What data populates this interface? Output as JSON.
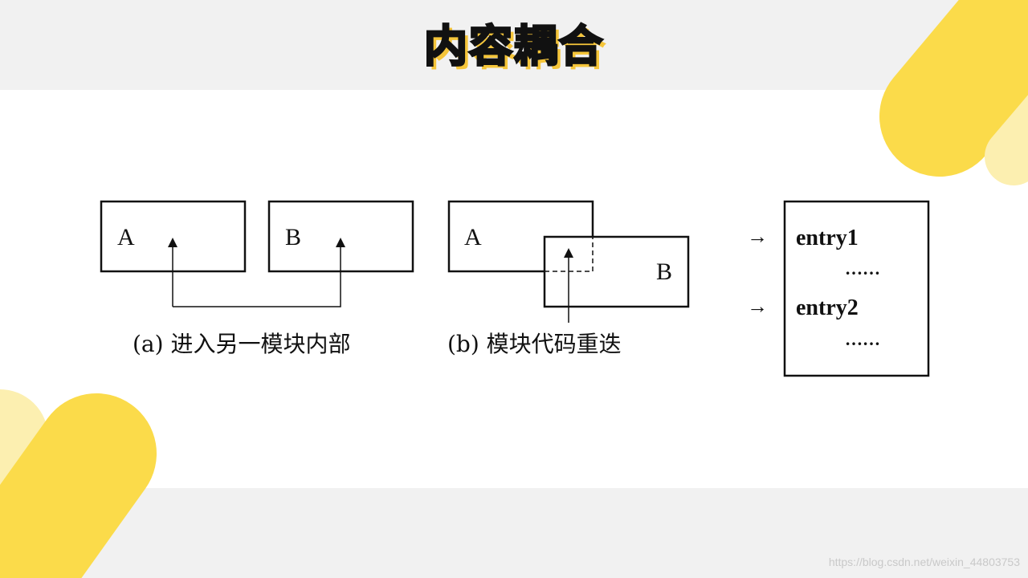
{
  "slide": {
    "title": "内容耦合",
    "watermark": "https://blog.csdn.net/weixin_44803753"
  },
  "diagram_a": {
    "box_a_label": "A",
    "box_b_label": "B",
    "caption": "(a)  进入另一模块内部"
  },
  "diagram_b": {
    "box_a_label": "A",
    "box_b_label": "B",
    "caption": "(b)  模块代码重迭"
  },
  "diagram_c": {
    "entry1": "entry1",
    "dots1": "……",
    "entry2": "entry2",
    "dots2": "……",
    "arrow1": "→",
    "arrow2": "→"
  },
  "colors": {
    "accent_yellow": "#fbdb4a",
    "light_yellow": "#fcefb0",
    "band_gray": "#f1f1f1"
  }
}
